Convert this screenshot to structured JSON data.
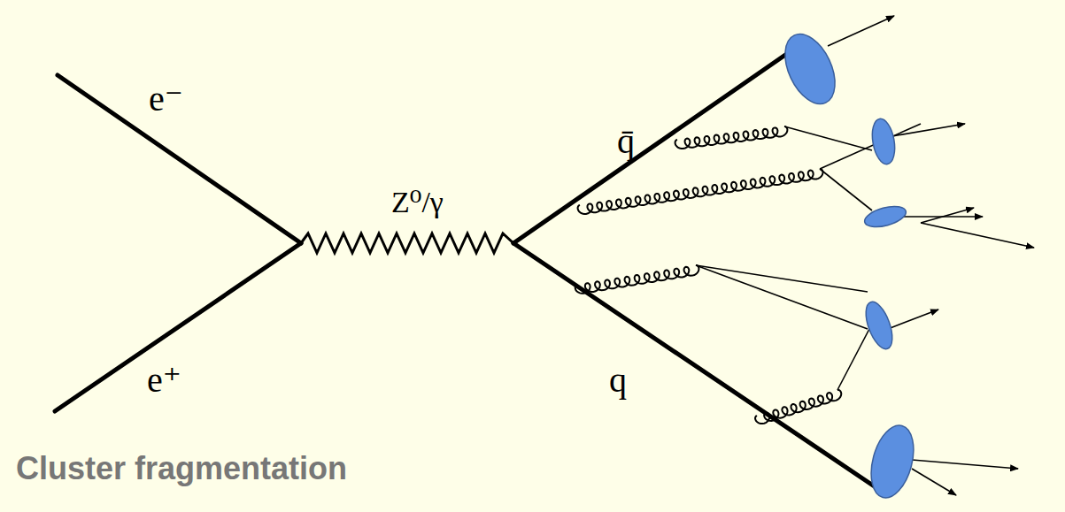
{
  "diagram": {
    "labels": [
      "e⁻",
      "e⁺",
      "Z⁰/γ",
      "q̄",
      "q",
      "Cluster fragmentation"
    ]
  }
}
